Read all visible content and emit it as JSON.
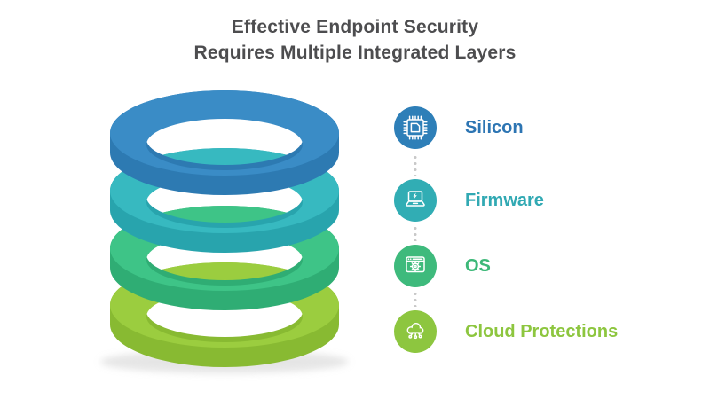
{
  "title": {
    "line1": "Effective Endpoint Security",
    "line2": "Requires Multiple Integrated Layers",
    "color": "#4d4d4f"
  },
  "diagram": {
    "type": "stacked-ring-layers",
    "description": "Four 3D rings stacked vertically representing integrated endpoint security layers",
    "layer_order_top_to_bottom": [
      "Silicon",
      "Firmware",
      "OS",
      "Cloud Protections"
    ]
  },
  "layers": [
    {
      "label": "Silicon",
      "icon": "microchip-icon",
      "circle_color": "#2e7fb8",
      "text_color": "#2d75b3",
      "ring_face": "#3a8cc6",
      "ring_wall": "#2d7ab2"
    },
    {
      "label": "Firmware",
      "icon": "laptop-bolt-icon",
      "circle_color": "#31adb4",
      "text_color": "#31a9b3",
      "ring_face": "#37b9c0",
      "ring_wall": "#28a4ad"
    },
    {
      "label": "OS",
      "icon": "window-gear-icon",
      "circle_color": "#3eba7c",
      "text_color": "#3cb878",
      "ring_face": "#3ec487",
      "ring_wall": "#2fad74"
    },
    {
      "label": "Cloud Protections",
      "icon": "cloud-network-icon",
      "circle_color": "#8dc63f",
      "text_color": "#8dc63f",
      "ring_face": "#9bcd3f",
      "ring_wall": "#88ba32"
    }
  ],
  "connector_dot_color": "#c8c8c8",
  "shadow_color": "#cdcdcd",
  "background_color": "#ffffff"
}
